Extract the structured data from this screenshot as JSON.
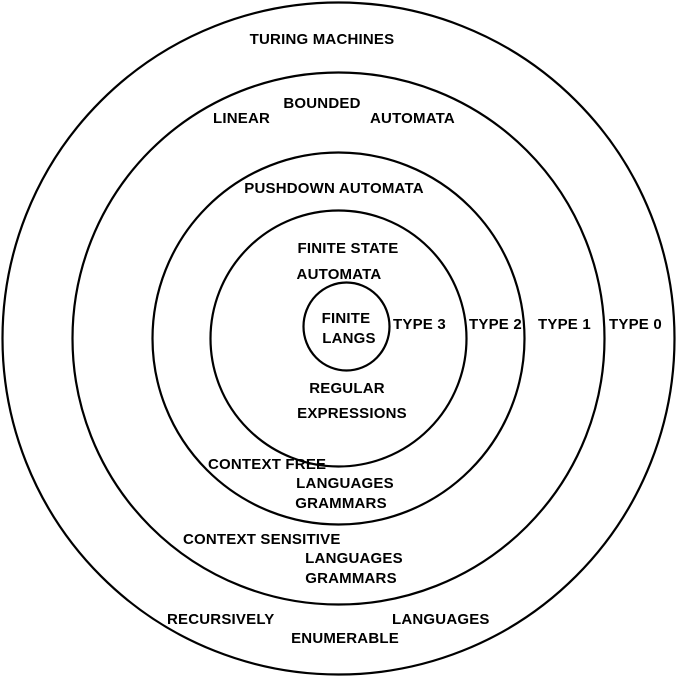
{
  "diagram": {
    "rings": [
      {
        "id": "type0",
        "machine": "TURING MACHINES",
        "type_label": "TYPE 0",
        "languages": [
          "RECURSIVELY",
          "ENUMERABLE",
          "LANGUAGES"
        ]
      },
      {
        "id": "type1",
        "machine": [
          "LINEAR",
          "BOUNDED",
          "AUTOMATA"
        ],
        "type_label": "TYPE 1",
        "languages": [
          "CONTEXT SENSITIVE",
          "LANGUAGES",
          "GRAMMARS"
        ]
      },
      {
        "id": "type2",
        "machine": "PUSHDOWN AUTOMATA",
        "type_label": "TYPE 2",
        "languages": [
          "CONTEXT FREE",
          "LANGUAGES",
          "GRAMMARS"
        ]
      },
      {
        "id": "type3",
        "machine": [
          "FINITE STATE",
          "AUTOMATA"
        ],
        "type_label": "TYPE 3",
        "languages": [
          "REGULAR",
          "EXPRESSIONS"
        ]
      },
      {
        "id": "finite",
        "machine": [
          "FINITE",
          "LANGS"
        ]
      }
    ],
    "colors": {
      "stroke": "#000000",
      "background": "#ffffff",
      "text": "#000000"
    }
  }
}
